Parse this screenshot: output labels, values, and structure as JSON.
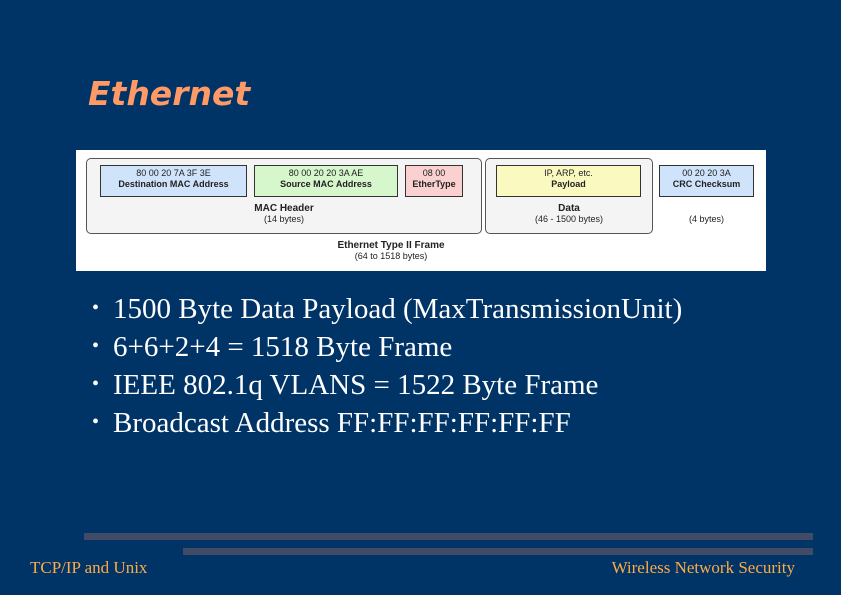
{
  "title": "Ethernet",
  "diagram": {
    "dest": {
      "bytes": "80  00  20  7A  3F  3E",
      "label": "Destination MAC Address"
    },
    "src": {
      "bytes": "80  00  20  20  3A  AE",
      "label": "Source MAC Address"
    },
    "ethertype": {
      "bytes": "08  00",
      "label": "EtherType"
    },
    "payload": {
      "bytes": "IP, ARP, etc.",
      "label": "Payload"
    },
    "crc": {
      "bytes": "00  20  20  3A",
      "label": "CRC Checksum"
    },
    "mac_header": {
      "label": "MAC Header",
      "size": "(14 bytes)"
    },
    "data": {
      "label": "Data",
      "size": "(46 - 1500 bytes)"
    },
    "crc_size": "(4 bytes)",
    "frame": {
      "label": "Ethernet Type II Frame",
      "size": "(64 to 1518 bytes)"
    }
  },
  "bullets": [
    "1500 Byte Data Payload (MaxTransmissionUnit)",
    "6+6+2+4 = 1518 Byte Frame",
    "IEEE 802.1q VLANS = 1522 Byte Frame",
    "Broadcast Address FF:FF:FF:FF:FF:FF"
  ],
  "footer": {
    "left": "TCP/IP and Unix",
    "right": "Wireless Network Security"
  }
}
